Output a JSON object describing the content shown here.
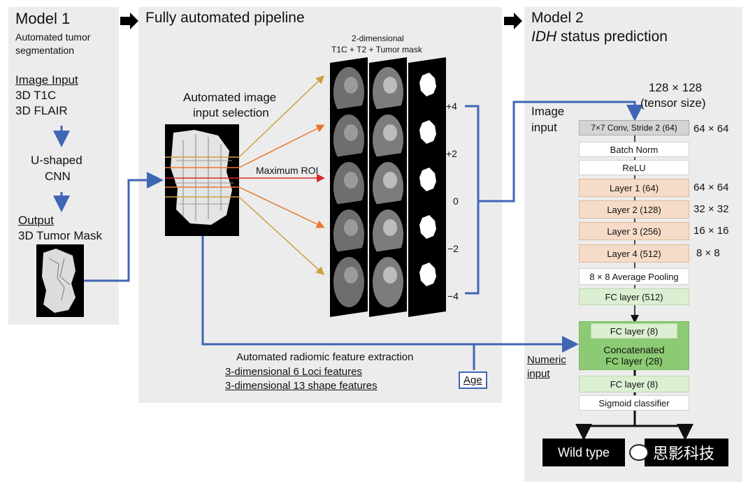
{
  "model1": {
    "title": "Model 1",
    "subtitle_line1": "Automated tumor",
    "subtitle_line2": "segmentation",
    "input_heading": "Image Input",
    "input_line1": "3D T1C",
    "input_line2": "3D FLAIR",
    "cnn_line1": "U-shaped",
    "cnn_line2": "CNN",
    "output_heading": "Output",
    "output_line1": "3D Tumor Mask"
  },
  "pipeline": {
    "title": "Fully automated pipeline",
    "selection_line1": "Automated image",
    "selection_line2": "input selection",
    "max_roi": "Maximum ROI",
    "slices_line1": "2-dimensional",
    "slices_line2": "T1C + T2 + Tumor mask",
    "offsets": [
      "+4",
      "+2",
      "0",
      "−2",
      "−4"
    ],
    "radiomic_title": "Automated radiomic feature extraction",
    "loci_features": "3-dimensional 6 Loci features",
    "shape_features": "3-dimensional 13 shape features",
    "age_label": "Age"
  },
  "model2": {
    "title": "Model 2",
    "title_italic": "IDH",
    "title_rest": " status prediction",
    "tensor_line1": "128 × 128",
    "tensor_line2": "(tensor size)",
    "image_input_line1": "Image",
    "image_input_line2": "input",
    "numeric_input_line1": "Numeric",
    "numeric_input_line2": "input",
    "layers": {
      "conv": "7×7 Conv, Stride 2 (64)",
      "batch_norm": "Batch Norm",
      "relu": "ReLU",
      "layer1": "Layer 1 (64)",
      "layer2": "Layer 2  (128)",
      "layer3": "Layer 3  (256)",
      "layer4": "Layer 4  (512)",
      "avg_pool": "8 × 8 Average Pooling",
      "fc512": "FC layer (512)",
      "fc8_top": "FC layer (8)",
      "concat_line1": "Concatenated",
      "concat_line2": "FC layer (28)",
      "fc8_bottom": "FC layer (8)",
      "sigmoid": "Sigmoid classifier"
    },
    "sizes": {
      "conv": "64 × 64",
      "layer1": "64 × 64",
      "layer2": "32 × 32",
      "layer3": "16 × 16",
      "layer4": "8 × 8"
    },
    "output_wild": "Wild type",
    "watermark": "思影科技"
  },
  "colors": {
    "panel": "#ececec",
    "arrow_blue": "#3f66b5",
    "orange_box": "#f6dcc8",
    "light_green_box": "#dcefd2",
    "dark_green_box": "#8ccb73",
    "red_arrow": "#d8282a",
    "orange_arrow": "#e8782a",
    "gold_arrow": "#c8a23a"
  }
}
